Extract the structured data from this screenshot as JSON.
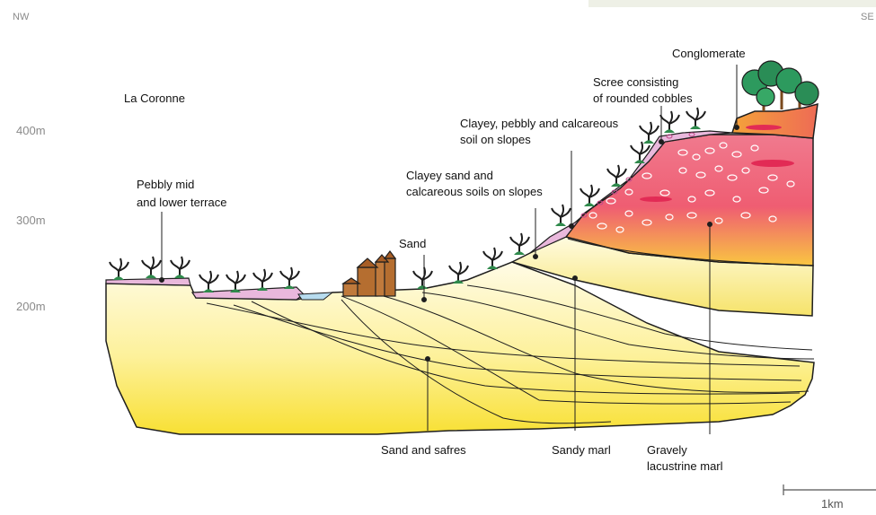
{
  "orientation": {
    "left": "NW",
    "right": "SE"
  },
  "elevation_labels": [
    "400m",
    "300m",
    "200m"
  ],
  "place_label": "La Coronne",
  "formations": {
    "conglomerate": "Conglomerate",
    "scree_1": "Scree consisting",
    "scree_2": "of rounded cobbles",
    "clayey_pebbly_1": "Clayey, pebbly and calcareous",
    "clayey_pebbly_2": "soil on slopes",
    "clayey_sand_1": "Clayey sand and",
    "clayey_sand_2": "calcareous soils on slopes",
    "pebbly_terrace_1": "Pebbly mid",
    "pebbly_terrace_2": "and lower terrace",
    "sand": "Sand",
    "sand_safres": "Sand and safres",
    "sandy_marl": "Sandy marl",
    "gravely_1": "Gravely",
    "gravely_2": "lacustrine marl"
  },
  "scale_bar": "1km",
  "colors": {
    "sand_light": "#fffbe0",
    "sand_yellow": "#fbe84a",
    "marl_orange": "#f7b13a",
    "marl_red": "#ee4a6b",
    "soil_pink": "#e9b8dc",
    "conglomerate_orange": "#f08a36",
    "water": "#b7dcef",
    "vine_green": "#2f8a4c",
    "tree_green": "#2d9a5e",
    "house_brown": "#c07a3c"
  }
}
